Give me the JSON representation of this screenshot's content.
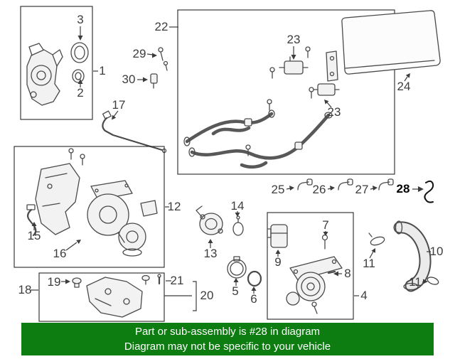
{
  "banner": {
    "line1": "Part or sub-assembly is #28 in diagram",
    "line2": "Diagram may not be specific to your vehicle",
    "bg_color": "#0d7c11",
    "text_color": "#ffffff"
  },
  "diagram": {
    "highlighted_part": "28",
    "callout_color": "#3d3d3d",
    "highlight_color": "#000000",
    "line_color": "#4a4a4a",
    "background_color": "#ffffff"
  },
  "callouts": {
    "c1": {
      "label": "1"
    },
    "c2": {
      "label": "2"
    },
    "c3": {
      "label": "3"
    },
    "c4": {
      "label": "4"
    },
    "c5": {
      "label": "5"
    },
    "c6": {
      "label": "6"
    },
    "c7": {
      "label": "7"
    },
    "c8": {
      "label": "8"
    },
    "c9": {
      "label": "9"
    },
    "c10": {
      "label": "10"
    },
    "c11a": {
      "label": "11"
    },
    "c11b": {
      "label": "11"
    },
    "c12": {
      "label": "12"
    },
    "c13": {
      "label": "13"
    },
    "c14": {
      "label": "14"
    },
    "c15": {
      "label": "15"
    },
    "c16": {
      "label": "16"
    },
    "c17": {
      "label": "17"
    },
    "c18": {
      "label": "18"
    },
    "c19": {
      "label": "19"
    },
    "c20": {
      "label": "20"
    },
    "c21": {
      "label": "21"
    },
    "c22": {
      "label": "22"
    },
    "c23a": {
      "label": "23"
    },
    "c23b": {
      "label": "23"
    },
    "c24": {
      "label": "24"
    },
    "c25": {
      "label": "25"
    },
    "c26": {
      "label": "26"
    },
    "c27": {
      "label": "27"
    },
    "c28": {
      "label": "28"
    },
    "c29": {
      "label": "29"
    },
    "c30": {
      "label": "30"
    }
  }
}
